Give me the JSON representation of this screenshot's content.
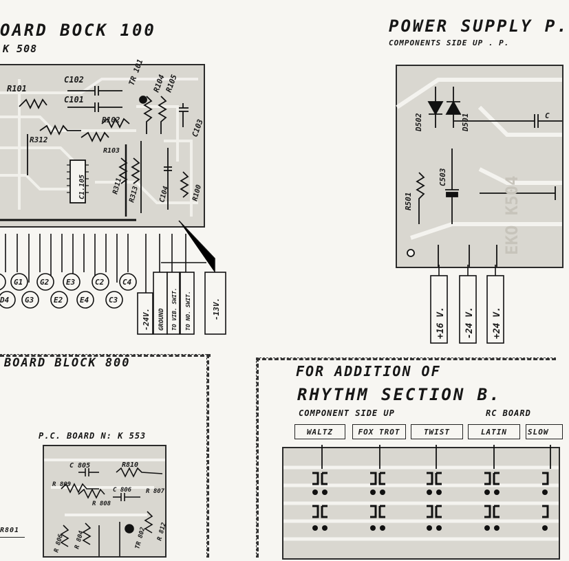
{
  "block100": {
    "title": "OARD  BOCK 100",
    "subtitle": "K 508",
    "components": [
      "R101",
      "C102",
      "C101",
      "TR 101",
      "R104",
      "R105",
      "C103",
      "R102",
      "R312",
      "R103",
      "C1.105",
      "R311",
      "R313",
      "C104",
      "R100"
    ],
    "connector_pins": [
      "D4",
      "G1",
      "G2",
      "G3",
      "E2",
      "E3",
      "E4",
      "C2",
      "C3",
      "C4"
    ],
    "terminals": [
      "-24V.",
      "GROUND",
      "TO VIB. SWIT.",
      "TO NO. SWIT.",
      "-13V."
    ]
  },
  "block800": {
    "title": "BOARD        BLOCK 800",
    "pcb_label": "P.C. BOARD  N: K 553",
    "components": [
      "C 805",
      "R810",
      "R 809",
      "R 808",
      "C 806",
      "R 807",
      "R 806",
      "R 804",
      "R 812",
      "TR 802"
    ],
    "side_label": "R801"
  },
  "power_supply": {
    "title": "POWER  SUPPLY  P.",
    "subtitle": "COMPONENTS  SIDE  UP .   P.",
    "components": [
      "D502",
      "D501",
      "C503",
      "R501",
      "C"
    ],
    "watermark": "EKO K504",
    "terminals": [
      "+16 V.",
      "-24 V.",
      "+24 V."
    ]
  },
  "rhythm": {
    "line1": "FOR  ADDITION  OF",
    "line2": "RHYTHM   SECTION  B.",
    "line3": "COMPONENT  SIDE  UP",
    "line3b": "RC  BOARD",
    "labels": [
      "WALTZ",
      "FOX TROT",
      "TWIST",
      "LATIN",
      "SLOW"
    ]
  }
}
